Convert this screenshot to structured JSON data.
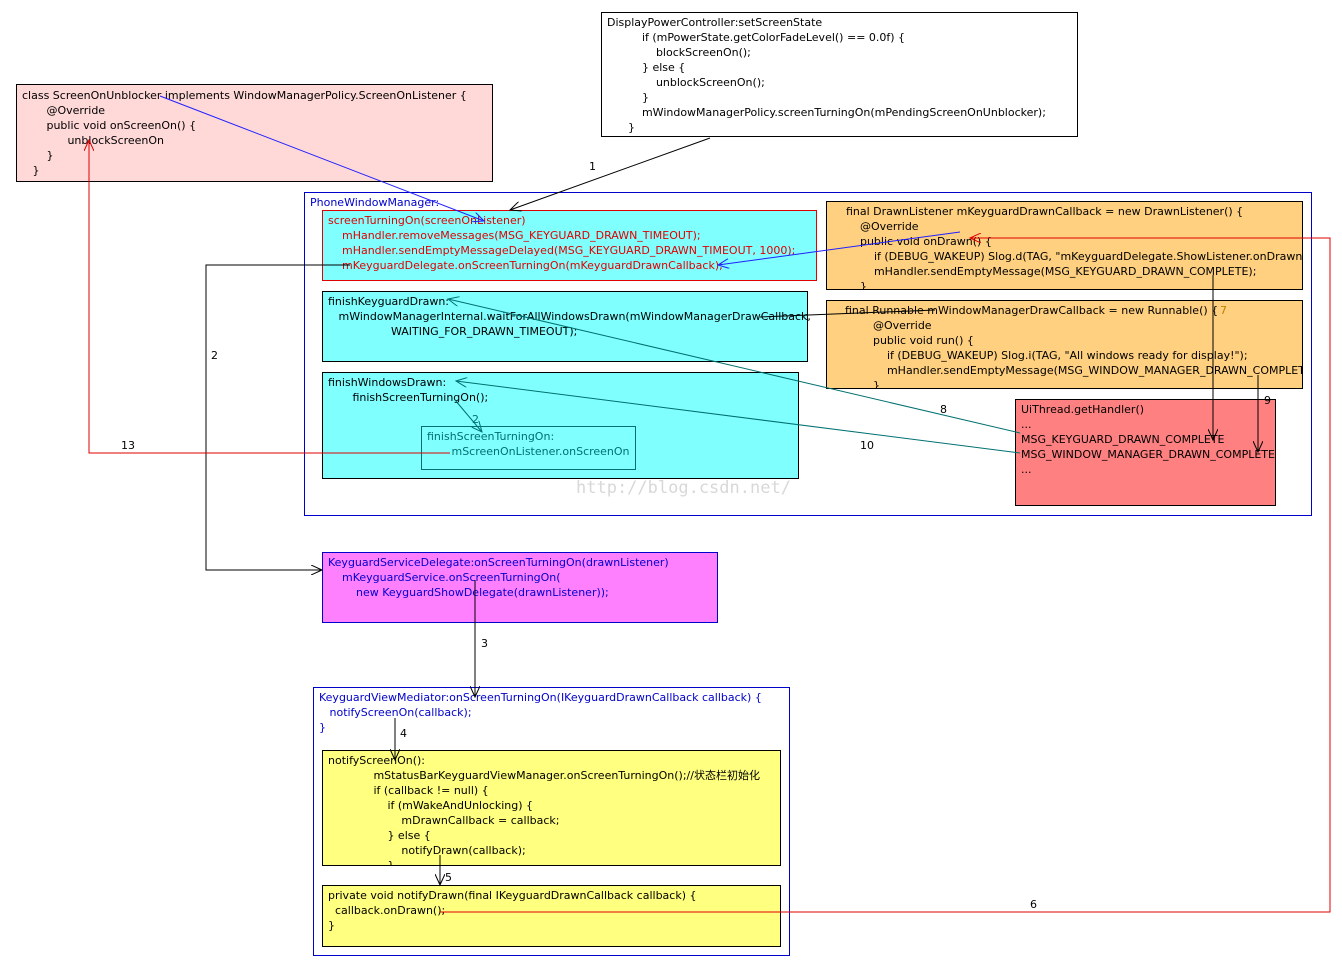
{
  "boxes": {
    "display_power": {
      "lines": [
        "DisplayPowerController:setScreenState",
        "          if (mPowerState.getColorFadeLevel() == 0.0f) {",
        "              blockScreenOn();",
        "          } else {",
        "              unblockScreenOn();",
        "          }",
        "          mWindowManagerPolicy.screenTurningOn(mPendingScreenOnUnblocker);",
        "      }"
      ]
    },
    "screen_on_unblocker": {
      "lines": [
        "class ScreenOnUnblocker implements WindowManagerPolicy.ScreenOnListener {",
        "       @Override",
        "       public void onScreenOn() {",
        "             unblockScreenOn",
        "       }",
        "   }"
      ]
    },
    "phone_window_manager": {
      "title": "PhoneWindowManager:"
    },
    "screen_turning_on": {
      "lines": [
        "screenTurningOn(screenOnListener)",
        "    mHandler.removeMessages(MSG_KEYGUARD_DRAWN_TIMEOUT);",
        "    mHandler.sendEmptyMessageDelayed(MSG_KEYGUARD_DRAWN_TIMEOUT, 1000);",
        "    mKeyguardDelegate.onScreenTurningOn(mKeyguardDrawnCallback);"
      ]
    },
    "finish_keyguard_drawn": {
      "lines": [
        "finishKeyguardDrawn:",
        "   mWindowManagerInternal.waitForAllWindowsDrawn(mWindowManagerDrawCallback,",
        "                  WAITING_FOR_DRAWN_TIMEOUT);"
      ]
    },
    "finish_windows_drawn": {
      "lines": [
        "finishWindowsDrawn:",
        "       finishScreenTurningOn();"
      ]
    },
    "finish_screen_turning_on": {
      "lines": [
        "finishScreenTurningOn:",
        "       mScreenOnListener.onScreenOn"
      ]
    },
    "drawn_listener": {
      "lines": [
        "    final DrawnListener mKeyguardDrawnCallback = new DrawnListener() {",
        "        @Override",
        "        public void onDrawn() {",
        "            if (DEBUG_WAKEUP) Slog.d(TAG, \"mKeyguardDelegate.ShowListener.onDrawn.\");",
        "            mHandler.sendEmptyMessage(MSG_KEYGUARD_DRAWN_COMPLETE);",
        "        }"
      ]
    },
    "draw_runnable": {
      "lines": [
        "final Runnable mWindowManagerDrawCallback = new Runnable() {",
        "        @Override",
        "        public void run() {",
        "            if (DEBUG_WAKEUP) Slog.i(TAG, \"All windows ready for display!\");",
        "            mHandler.sendEmptyMessage(MSG_WINDOW_MANAGER_DRAWN_COMPLETE);",
        "        }"
      ]
    },
    "ui_thread": {
      "lines": [
        "UiThread.getHandler()",
        "...",
        "MSG_KEYGUARD_DRAWN_COMPLETE",
        "MSG_WINDOW_MANAGER_DRAWN_COMPLETE",
        "..."
      ]
    },
    "keyguard_service_delegate": {
      "lines": [
        "KeyguardServiceDelegate:onScreenTurningOn(drawnListener)",
        "    mKeyguardService.onScreenTurningOn(",
        "        new KeyguardShowDelegate(drawnListener));"
      ]
    },
    "keyguard_view_mediator": {
      "lines": [
        "KeyguardViewMediator:onScreenTurningOn(IKeyguardDrawnCallback callback) {",
        "   notifyScreenOn(callback);",
        "}"
      ]
    },
    "notify_screen_on": {
      "lines": [
        "notifyScreenOn():",
        "             mStatusBarKeyguardViewManager.onScreenTurningOn();//状态栏初始化",
        "             if (callback != null) {",
        "                 if (mWakeAndUnlocking) {",
        "                     mDrawnCallback = callback;",
        "                 } else {",
        "                     notifyDrawn(callback);",
        "                 }"
      ]
    },
    "notify_drawn": {
      "lines": [
        "private void notifyDrawn(final IKeyguardDrawnCallback callback) {",
        "  callback.onDrawn();",
        "}"
      ]
    }
  },
  "edge_labels": {
    "e1": "1",
    "e2": "2",
    "e2b": "2",
    "e3": "3",
    "e4": "4",
    "e5": "5",
    "e6": "6",
    "e7": "7",
    "e8": "8",
    "e9": "9",
    "e10": "10",
    "e13": "13"
  },
  "watermark": "http://blog.csdn.net/",
  "colors": {
    "pink_box": "#ffd8d8",
    "cyan_box": "#80ffff",
    "orange_box": "#ffd080",
    "red_box": "#ff8080",
    "magenta_box": "#ff80ff",
    "yellow_box": "#ffff80",
    "blue_border": "#0000cc",
    "red_line": "#e00000",
    "teal_line": "#007070"
  }
}
